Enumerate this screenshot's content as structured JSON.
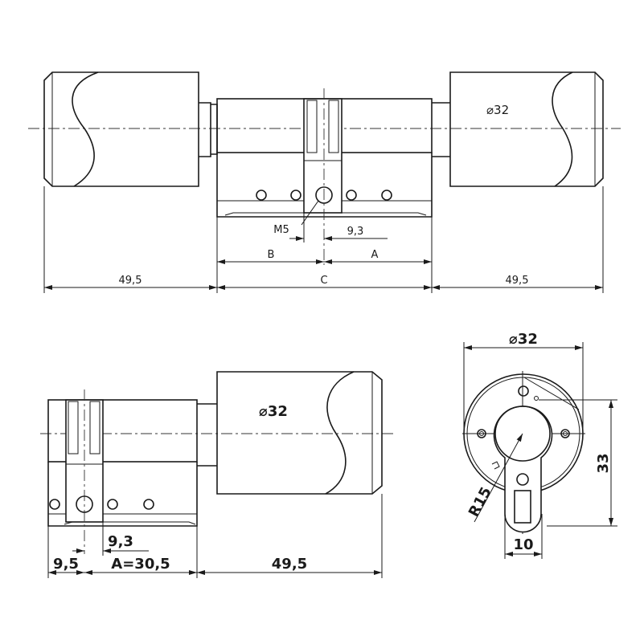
{
  "top_view": {
    "dim_left": "49,5",
    "dim_center": "C",
    "dim_right": "49,5",
    "dim_b": "B",
    "dim_a": "A",
    "dim_cam": "9,3",
    "thread": "M5",
    "knob_diameter": "⌀32"
  },
  "side_view": {
    "knob_diameter": "⌀32",
    "dim_cam": "9,3",
    "dim_offset": "9,5",
    "dim_a": "A=30,5",
    "dim_knob": "49,5"
  },
  "end_view": {
    "diameter": "⌀32",
    "height": "33",
    "radius": "R15",
    "width": "10"
  }
}
